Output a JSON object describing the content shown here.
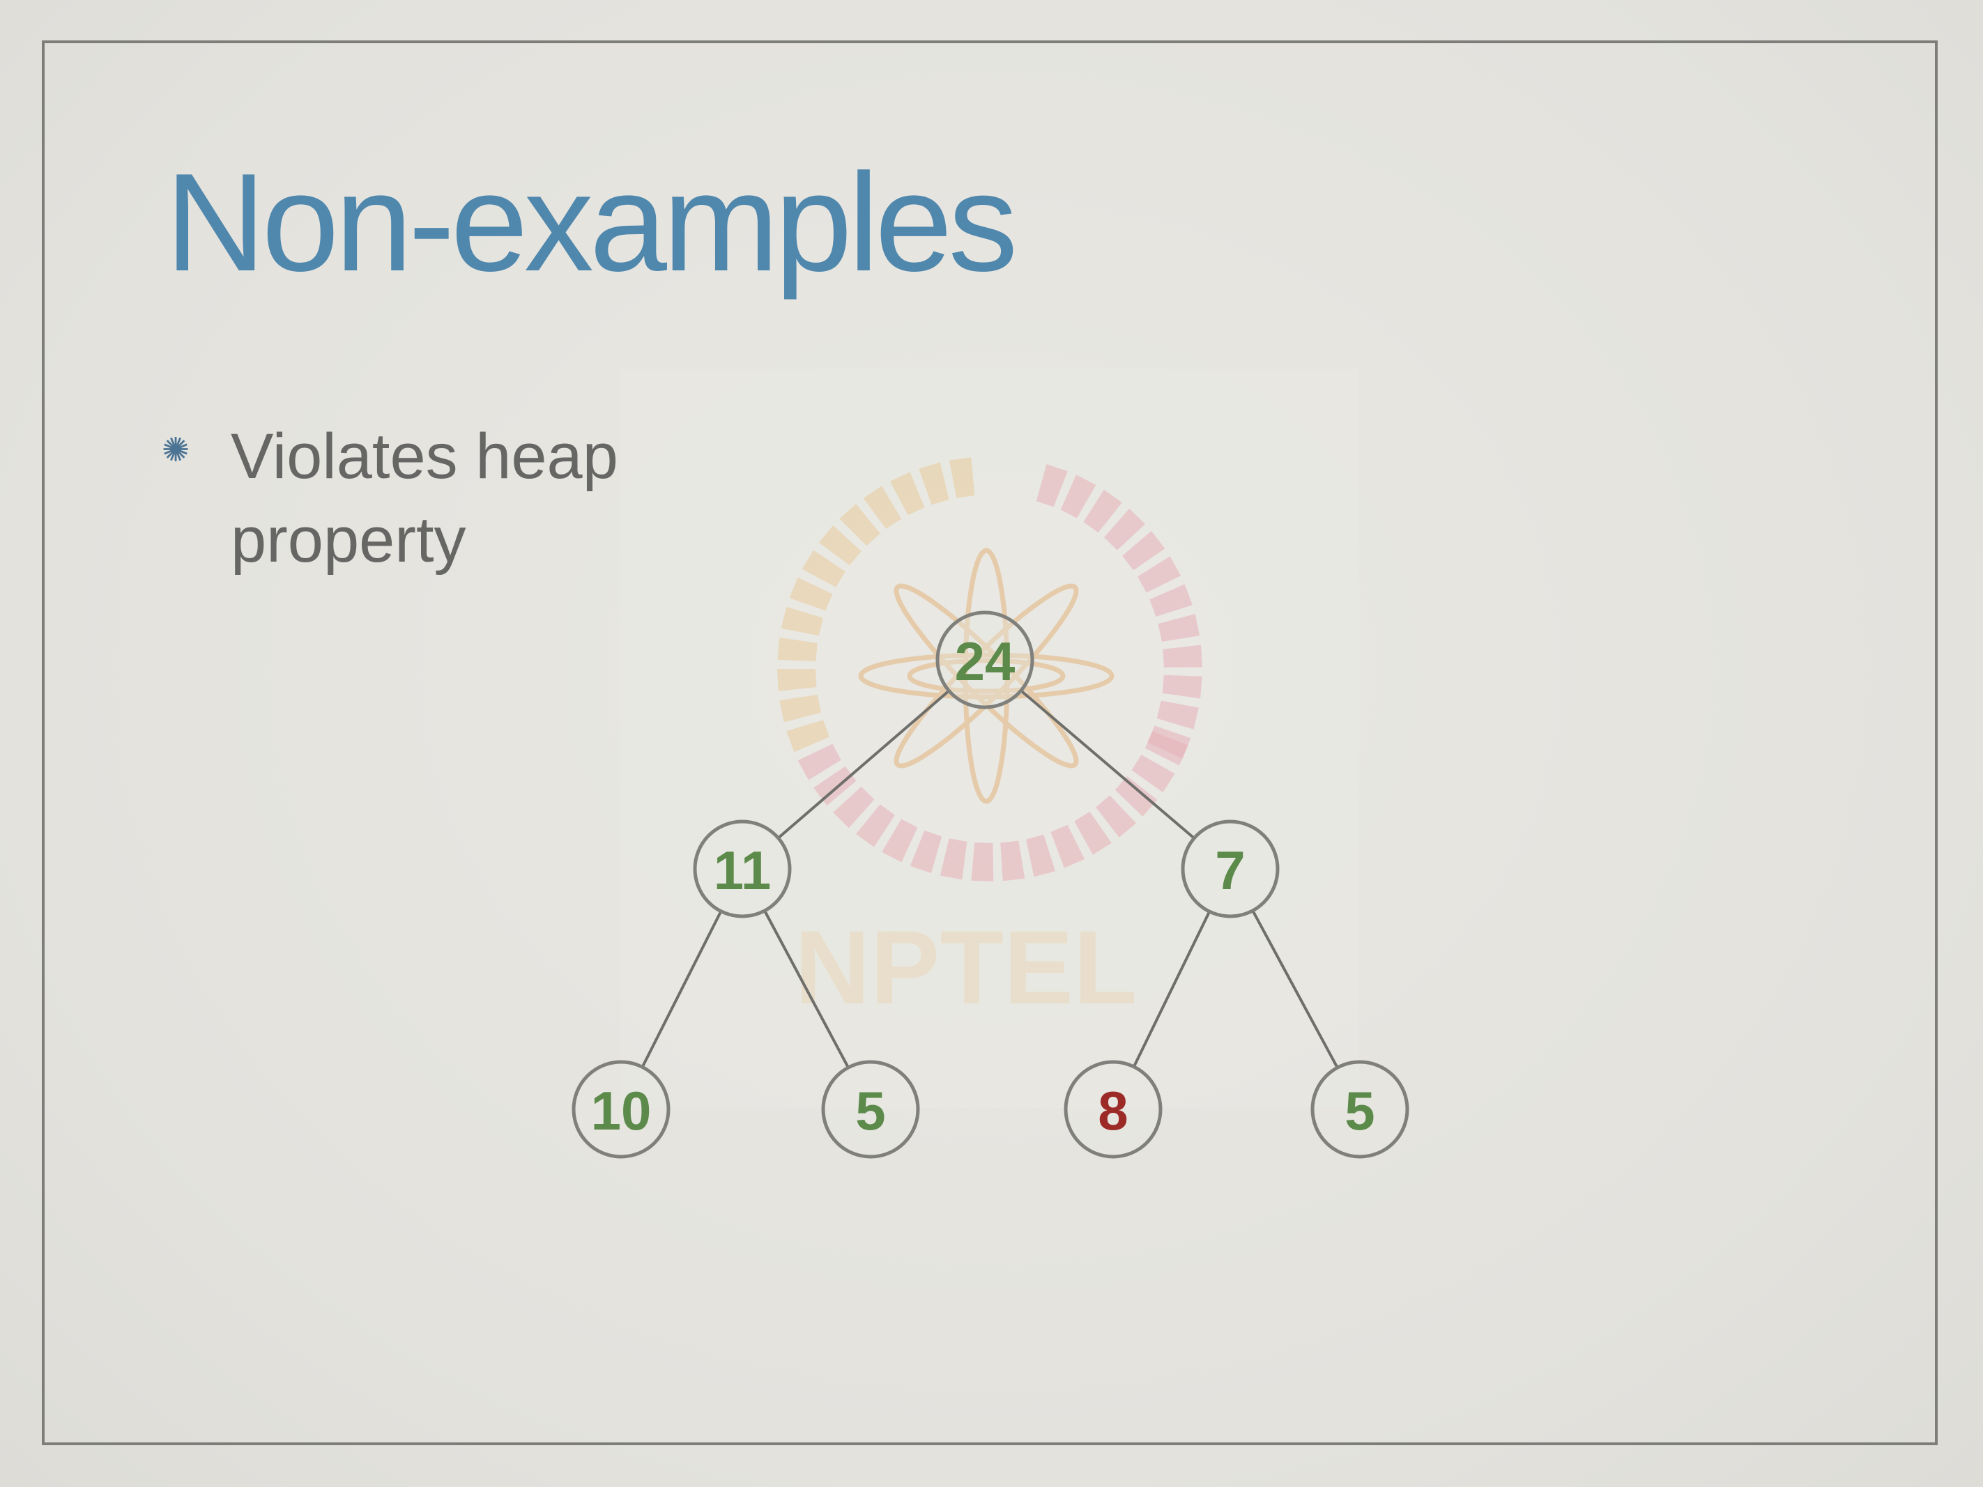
{
  "slide": {
    "title": "Non-examples",
    "bullet_glyph": "✺",
    "bullets": [
      "Violates heap property"
    ]
  },
  "heap_tree": {
    "nodes": [
      {
        "id": "n24",
        "label": "24",
        "status": "ok"
      },
      {
        "id": "n11",
        "label": "11",
        "status": "ok"
      },
      {
        "id": "n7",
        "label": "7",
        "status": "ok"
      },
      {
        "id": "n10",
        "label": "10",
        "status": "ok"
      },
      {
        "id": "n5a",
        "label": "5",
        "status": "ok"
      },
      {
        "id": "n8",
        "label": "8",
        "status": "violation"
      },
      {
        "id": "n5b",
        "label": "5",
        "status": "ok"
      }
    ],
    "edges": [
      [
        "n24",
        "n11"
      ],
      [
        "n24",
        "n7"
      ],
      [
        "n11",
        "n10"
      ],
      [
        "n11",
        "n5a"
      ],
      [
        "n7",
        "n8"
      ],
      [
        "n7",
        "n5b"
      ]
    ]
  },
  "watermark": {
    "text": "NPTEL"
  },
  "colors": {
    "title": "#4f87ad",
    "node_ok": "#5c8a4a",
    "node_violation": "#9c2a27",
    "watermark_orange": "#e8b86a",
    "watermark_pink": "#e58a9a"
  }
}
